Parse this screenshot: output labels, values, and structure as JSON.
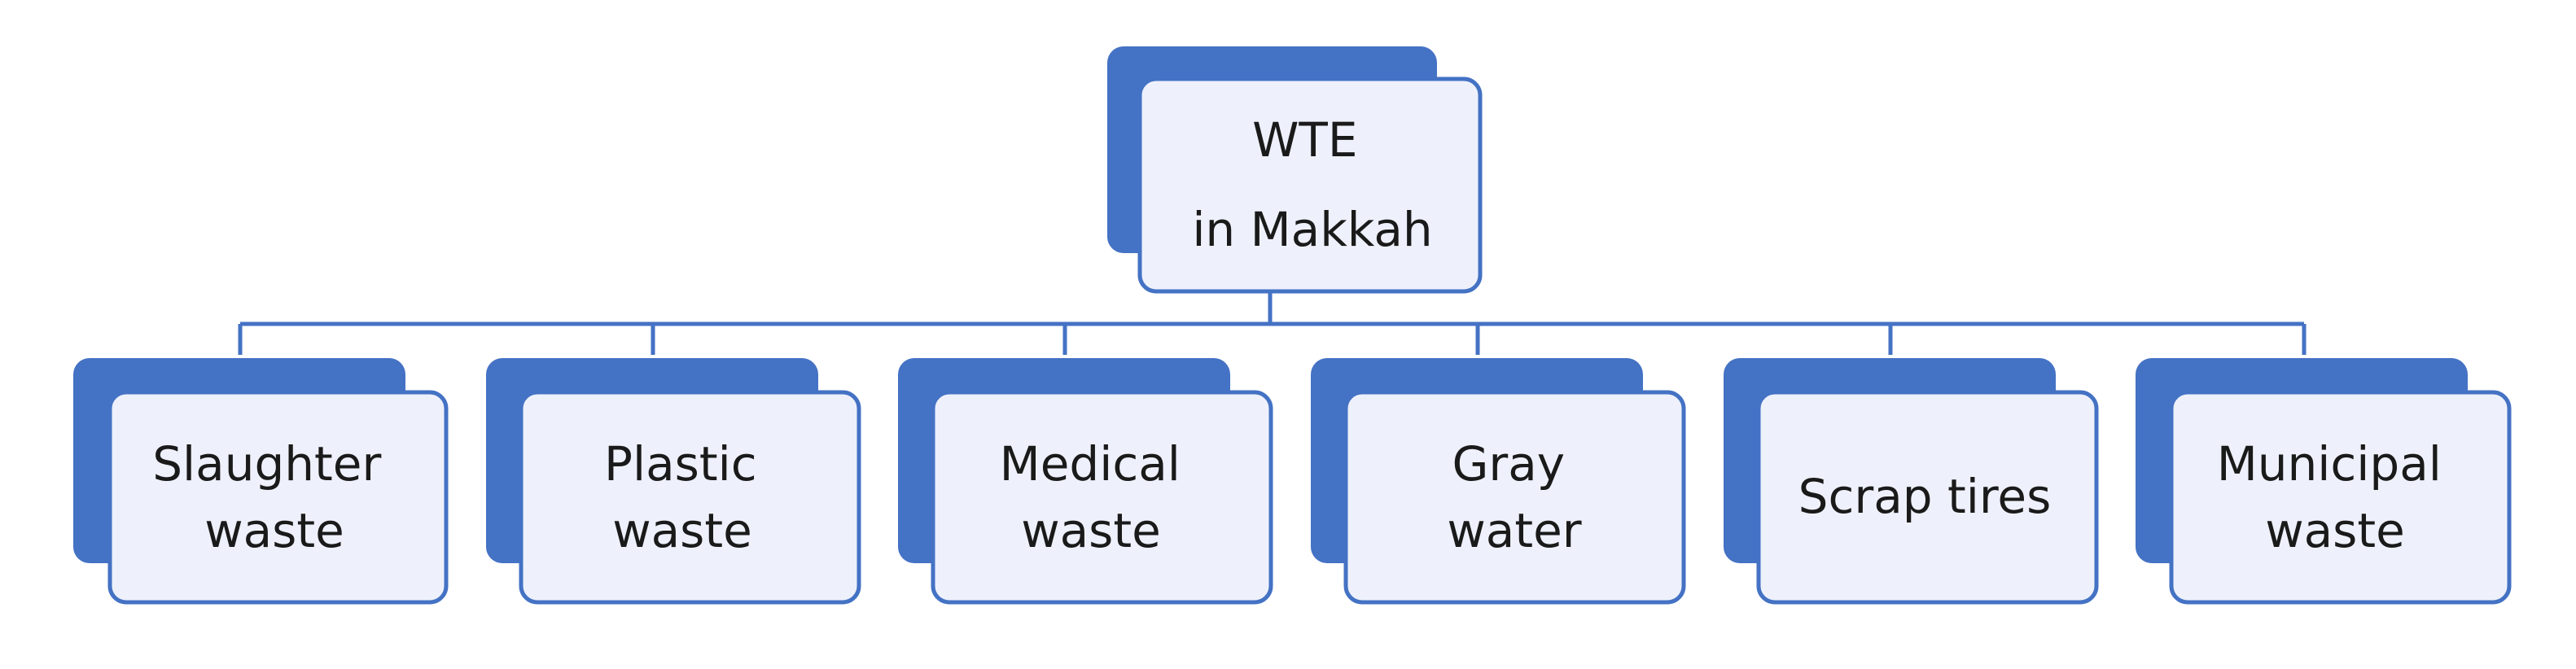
{
  "diagram": {
    "root": {
      "lines": [
        "WTE",
        "in Makkah"
      ]
    },
    "children": [
      {
        "lines": [
          "Slaughter",
          "waste"
        ]
      },
      {
        "lines": [
          "Plastic",
          "waste"
        ]
      },
      {
        "lines": [
          "Medical",
          "waste"
        ]
      },
      {
        "lines": [
          "Gray",
          "water"
        ]
      },
      {
        "lines": [
          "Scrap tires"
        ]
      },
      {
        "lines": [
          "Municipal",
          "waste"
        ]
      }
    ],
    "colors": {
      "accent": "#4472c4",
      "box_fill": "#eef1fb",
      "text": "#1a1a1a",
      "background": "#ffffff"
    }
  }
}
